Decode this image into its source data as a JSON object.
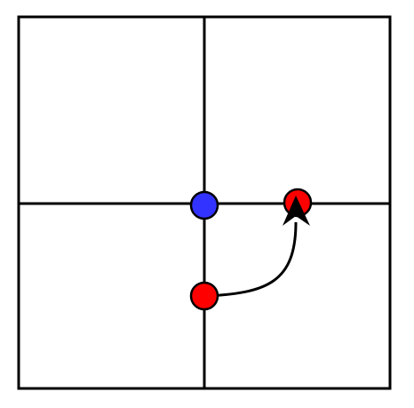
{
  "diagram": {
    "grid": {
      "columns": 2,
      "rows": 2
    },
    "colors": {
      "background": "#ffffff",
      "line": "#000000",
      "origin_dot": "#3333ff",
      "start_dot": "#ff0000",
      "target_dot": "#ff0000",
      "arrow": "#000000"
    },
    "dots": [
      {
        "role": "origin",
        "color_key": "origin_dot"
      },
      {
        "role": "start",
        "color_key": "start_dot"
      },
      {
        "role": "target",
        "color_key": "target_dot"
      }
    ],
    "arrow": {
      "from": "start",
      "to": "target",
      "shape": "curved"
    }
  }
}
